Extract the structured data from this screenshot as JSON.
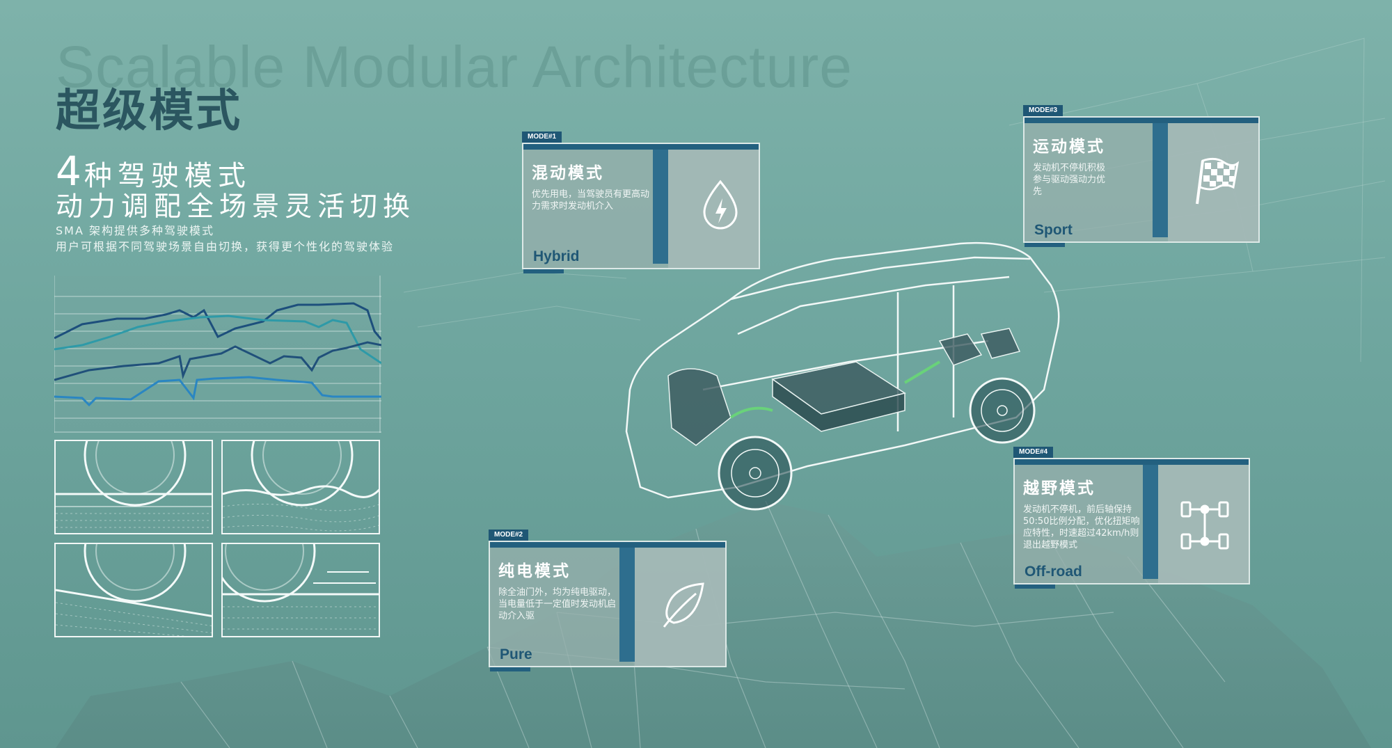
{
  "header": {
    "watermark": "Scalable Modular Architecture",
    "title": "超级模式",
    "subtitle_number": "4",
    "subtitle_line1": "种驾驶模式",
    "subtitle_line2": "动力调配全场景灵活切换",
    "desc_line1": "SMA 架构提供多种驾驶模式",
    "desc_line2": "用户可根据不同驾驶场景自由切换，获得更个性化的驾驶体验"
  },
  "modes": [
    {
      "tag": "MODE#1",
      "name": "混动模式",
      "description": "优先用电，当驾驶员有更高动力需求时发动机介入",
      "en": "Hybrid",
      "icon": "lightning-drop-icon"
    },
    {
      "tag": "MODE#2",
      "name": "纯电模式",
      "description": "除全油门外，均为纯电驱动，当电量低于一定值时发动机启动介入驱",
      "en": "Pure",
      "icon": "leaf-icon"
    },
    {
      "tag": "MODE#3",
      "name": "运动模式",
      "description": "发动机不停机积极参与驱动强动力优先",
      "en": "Sport",
      "icon": "checkered-flag-icon"
    },
    {
      "tag": "MODE#4",
      "name": "越野模式",
      "description": "发动机不停机，前后轴保持50:50比例分配，优化扭矩响应特性，时速超过42km/h则退出越野模式",
      "en": "Off-road",
      "icon": "4wd-drivetrain-icon"
    }
  ],
  "colors": {
    "accent": "#23607f",
    "title": "#2b5660",
    "line_dark": "#1d4f7c",
    "line_teal": "#2e9aa8",
    "line_blue": "#2a86c2",
    "line_navy": "#20507a"
  }
}
